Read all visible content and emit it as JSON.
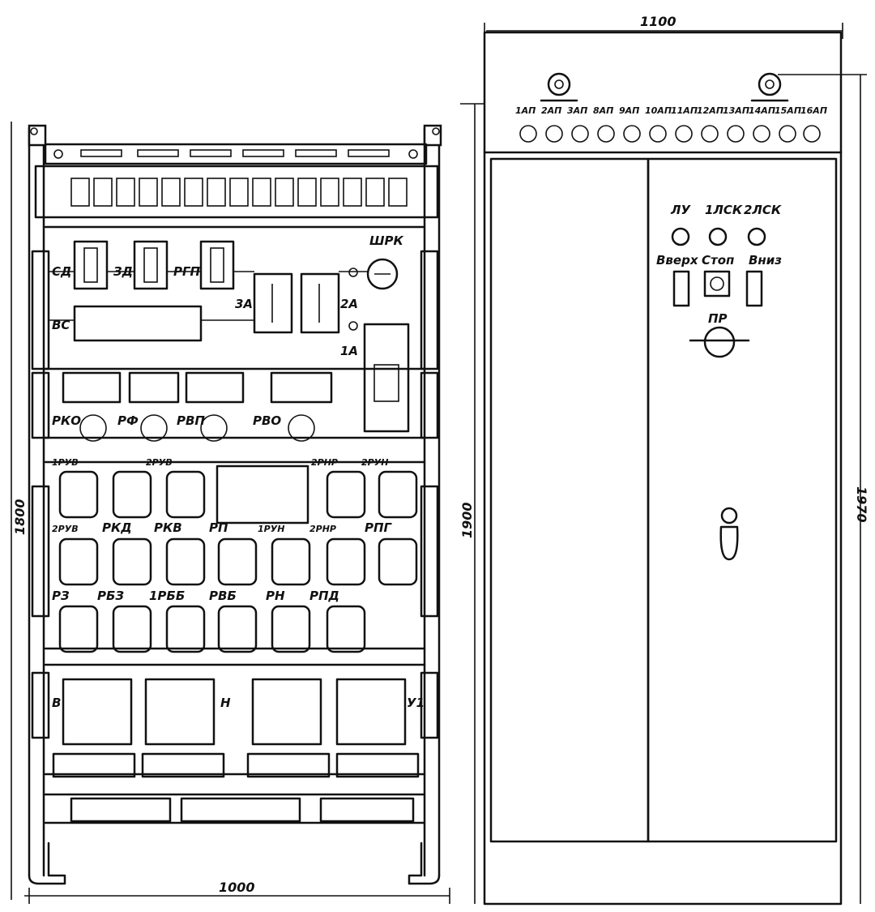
{
  "dimensions": {
    "left_width": "1000",
    "left_height": "1800",
    "right_width": "1100",
    "right_height": "1900",
    "right_total_height": "1970"
  },
  "left_panel": {
    "labels": {
      "sd": "СД",
      "zd": "ЗД",
      "rgp": "РГП",
      "shrk": "ШРК",
      "a3": "3А",
      "a2": "2А",
      "a1": "1А",
      "vs": "ВС",
      "rko": "РКО",
      "rf": "РФ",
      "rvp": "РВП",
      "rvo": "РВО",
      "r1ruv": "1РУВ",
      "r2ruv_top": "2РУВ",
      "r2rnr_top": "2РНР",
      "r2run": "2РУН",
      "r2ruv": "2РУВ",
      "rkd": "РКД",
      "rkv": "РКВ",
      "rp": "РП",
      "r1run": "1РУН",
      "r2rnr": "2РНР",
      "rpg": "РПГ",
      "rz": "РЗ",
      "rbz": "РБЗ",
      "r1rbb": "1РББ",
      "rvb": "РВБ",
      "rn": "РН",
      "rpd": "РПД",
      "b": "В",
      "n": "Н",
      "u1": "У1"
    }
  },
  "right_panel": {
    "terminals": [
      "1АП",
      "2АП",
      "3АП",
      "8АП",
      "9АП",
      "10АП",
      "11АП",
      "12АП",
      "13АП",
      "14АП",
      "15АП",
      "16АП"
    ],
    "lamps": [
      "ЛУ",
      "1ЛСК",
      "2ЛСК"
    ],
    "buttons": [
      "Вверх",
      "Стоп",
      "Вниз"
    ],
    "switch": "ПР"
  }
}
